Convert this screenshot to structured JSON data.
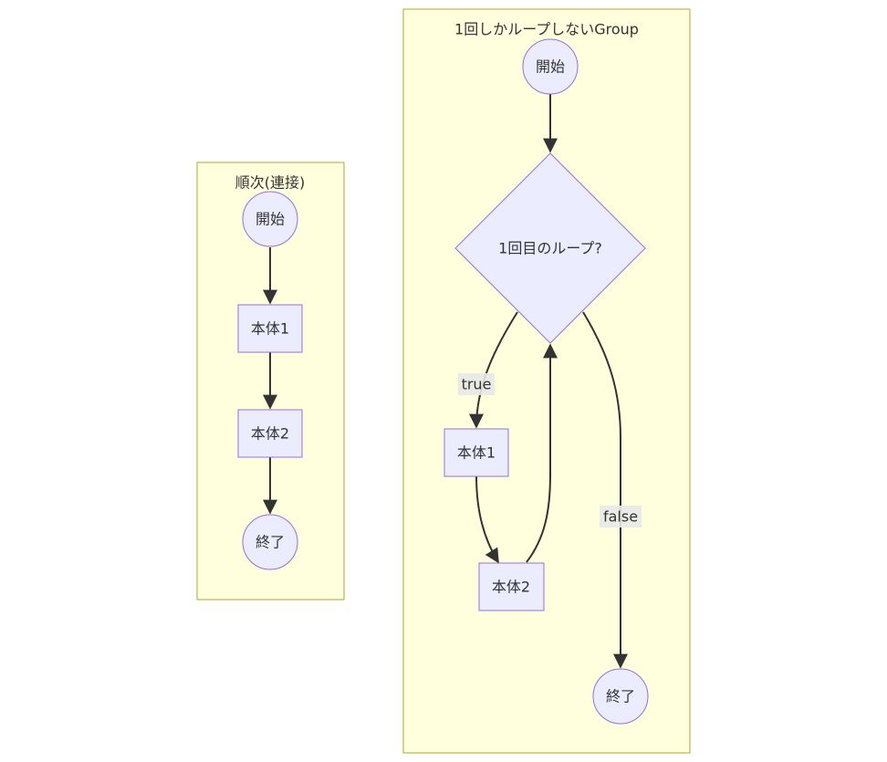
{
  "colors": {
    "cluster_fill": "#ffffde",
    "cluster_stroke": "#aaaa33",
    "node_fill": "#ececff",
    "node_stroke": "#9370db",
    "edge": "#333333",
    "edge_label_bg": "#e8e8e8"
  },
  "sequential": {
    "title": "順次(連接)",
    "start": "開始",
    "body1": "本体1",
    "body2": "本体2",
    "end": "終了"
  },
  "loop_group": {
    "title": "1回しかループしないGroup",
    "start": "開始",
    "decision": "1回目のループ?",
    "body1": "本体1",
    "body2": "本体2",
    "end": "終了",
    "edge_true": "true",
    "edge_false": "false"
  }
}
